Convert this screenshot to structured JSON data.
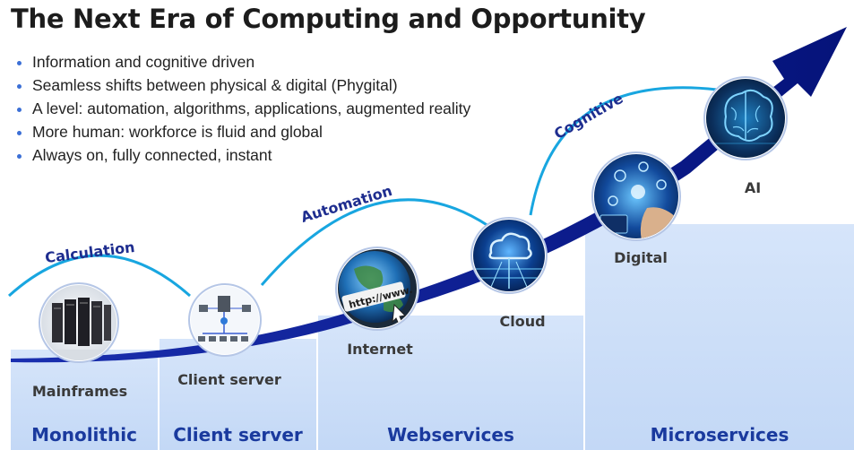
{
  "title": "The Next Era of Computing and Opportunity",
  "bullets": [
    "Information and cognitive driven",
    "Seamless shifts between physical & digital (Phygital)",
    "A level: automation, algorithms, applications, augmented reality",
    "More human: workforce is fluid and global",
    "Always on, fully connected, instant"
  ],
  "eras": {
    "monolithic": "Monolithic",
    "client_server": "Client server",
    "webservices": "Webservices",
    "microservices": "Microservices"
  },
  "technologies": {
    "mainframes": "Mainframes",
    "client_server": "Client server",
    "internet": "Internet",
    "cloud": "Cloud",
    "digital": "Digital",
    "ai": "AI"
  },
  "phases": {
    "calculation": "Calculation",
    "automation": "Automation",
    "cognitive": "Cognitive"
  },
  "icons": {
    "internet_url_text": "http://www."
  },
  "colors": {
    "arrow": "#0a1a8c",
    "band": "#c9dcf7",
    "arc": "#18a6e0",
    "era_text": "#1a3a9e"
  }
}
